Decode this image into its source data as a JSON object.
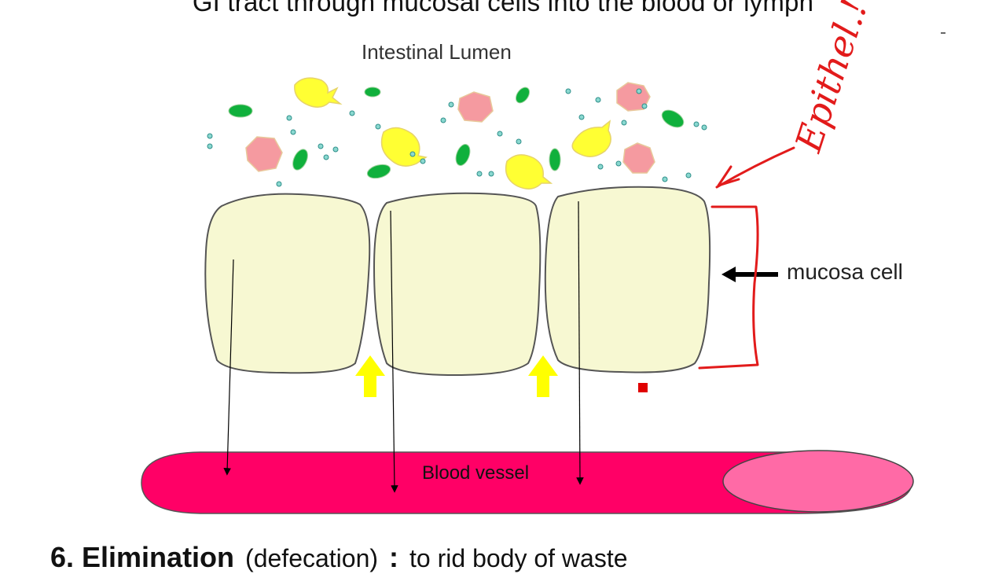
{
  "slide": {
    "heading": "GI tract through mucosal cells into the blood or lymph",
    "footer": {
      "number": "6. ",
      "term": "Elimination",
      "paren": "(defecation)",
      "colon": ":",
      "description": "to rid body of waste"
    }
  },
  "diagram": {
    "lumen_label": "Intestinal Lumen",
    "cell_label": "mucosa cell",
    "vessel_label": "Blood vessel",
    "handwritten_note": "Epithel.!",
    "colors": {
      "cell_fill": "#f7f8d2",
      "vessel_fill": "#ff0066",
      "vessel_highlight": "#ff6aa6",
      "yellow_particle": "#ffff33",
      "pink_particle": "#f59aa0",
      "green_particle": "#10b03c",
      "teal_particle": "#8ad8d0",
      "ink_red": "#e21b1b",
      "arrow_yellow": "#ffff00"
    }
  }
}
